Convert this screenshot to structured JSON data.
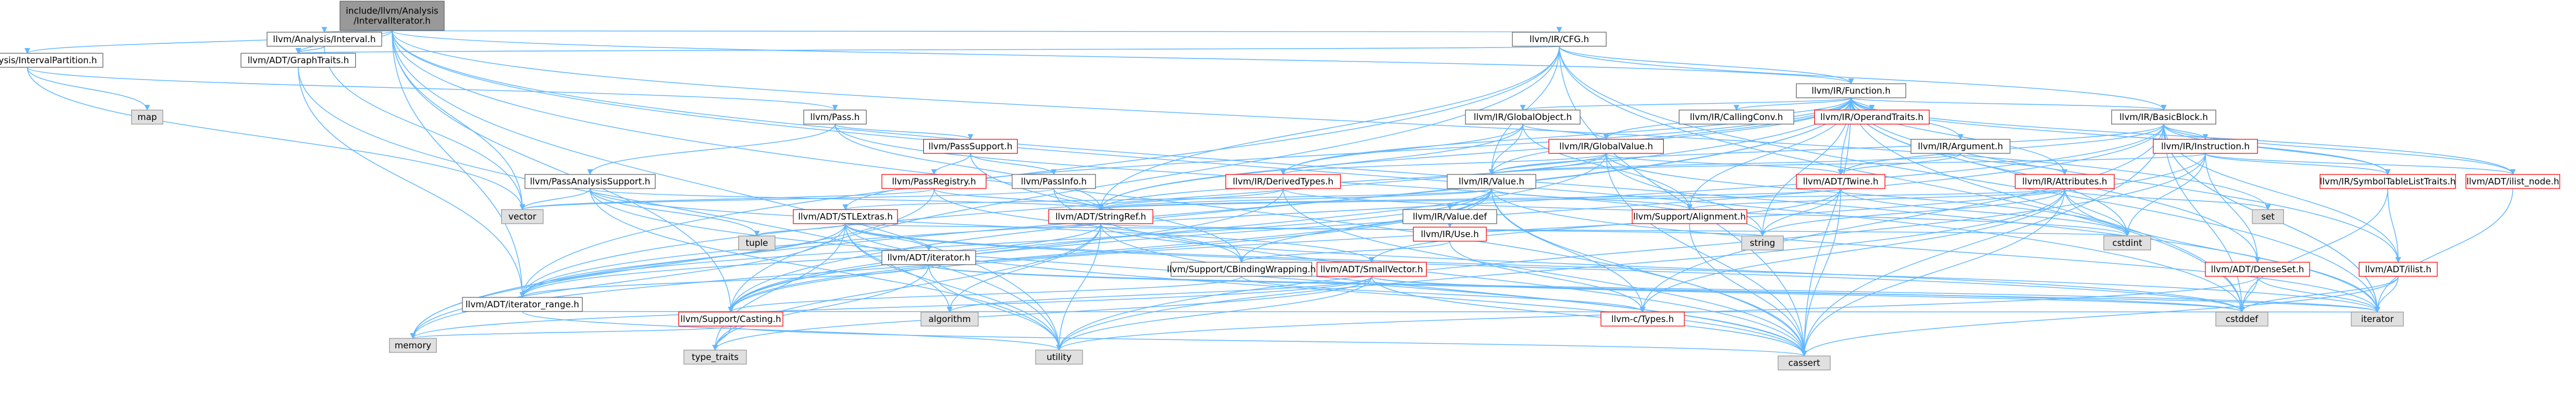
{
  "colors": {
    "root_fill": "#999999",
    "root_stroke": "#666666",
    "linked_fill": "#ffffff",
    "linked_stroke": "#666666",
    "red_stroke": "#ff0000",
    "external_fill": "#e0e0e0",
    "external_stroke": "#999999",
    "edge": "#63b8ff"
  },
  "nodes": [
    {
      "id": "root",
      "label": "include/llvm/Analysis\n/IntervalIterator.h",
      "kind": "root"
    },
    {
      "id": "interval",
      "label": "llvm/Analysis/Interval.h",
      "kind": "linked"
    },
    {
      "id": "intervalpartition",
      "label": "llvm/Analysis/IntervalPartition.h",
      "kind": "linked"
    },
    {
      "id": "graphtraits",
      "label": "llvm/ADT/GraphTraits.h",
      "kind": "linked"
    },
    {
      "id": "cfg",
      "label": "llvm/IR/CFG.h",
      "kind": "linked"
    },
    {
      "id": "function",
      "label": "llvm/IR/Function.h",
      "kind": "linked"
    },
    {
      "id": "map",
      "label": "map",
      "kind": "external"
    },
    {
      "id": "pass",
      "label": "llvm/Pass.h",
      "kind": "linked"
    },
    {
      "id": "passsupport",
      "label": "llvm/PassSupport.h",
      "kind": "red"
    },
    {
      "id": "passanalysissupport",
      "label": "llvm/PassAnalysisSupport.h",
      "kind": "linked"
    },
    {
      "id": "passregistry",
      "label": "llvm/PassRegistry.h",
      "kind": "red"
    },
    {
      "id": "passinfo",
      "label": "llvm/PassInfo.h",
      "kind": "linked"
    },
    {
      "id": "globalobject",
      "label": "llvm/IR/GlobalObject.h",
      "kind": "linked"
    },
    {
      "id": "callingconv",
      "label": "llvm/IR/CallingConv.h",
      "kind": "linked"
    },
    {
      "id": "operandtraits",
      "label": "llvm/IR/OperandTraits.h",
      "kind": "red"
    },
    {
      "id": "basicblock",
      "label": "llvm/IR/BasicBlock.h",
      "kind": "linked"
    },
    {
      "id": "globalvalue",
      "label": "llvm/IR/GlobalValue.h",
      "kind": "red"
    },
    {
      "id": "argument",
      "label": "llvm/IR/Argument.h",
      "kind": "linked"
    },
    {
      "id": "instruction",
      "label": "llvm/IR/Instruction.h",
      "kind": "red"
    },
    {
      "id": "derivedtypes",
      "label": "llvm/IR/DerivedTypes.h",
      "kind": "red"
    },
    {
      "id": "value",
      "label": "llvm/IR/Value.h",
      "kind": "linked"
    },
    {
      "id": "twine",
      "label": "llvm/ADT/Twine.h",
      "kind": "red"
    },
    {
      "id": "attributes",
      "label": "llvm/IR/Attributes.h",
      "kind": "red"
    },
    {
      "id": "symboltablelisttraits",
      "label": "llvm/IR/SymbolTableListTraits.h",
      "kind": "red"
    },
    {
      "id": "ilistnode",
      "label": "llvm/ADT/ilist_node.h",
      "kind": "red"
    },
    {
      "id": "vector",
      "label": "vector",
      "kind": "external"
    },
    {
      "id": "stlextras",
      "label": "llvm/ADT/STLExtras.h",
      "kind": "red"
    },
    {
      "id": "stringref",
      "label": "llvm/ADT/StringRef.h",
      "kind": "red"
    },
    {
      "id": "valuedef",
      "label": "llvm/IR/Value.def",
      "kind": "linked"
    },
    {
      "id": "use",
      "label": "llvm/IR/Use.h",
      "kind": "red"
    },
    {
      "id": "alignment",
      "label": "llvm/Support/Alignment.h",
      "kind": "red"
    },
    {
      "id": "set",
      "label": "set",
      "kind": "external"
    },
    {
      "id": "cstdint",
      "label": "cstdint",
      "kind": "external"
    },
    {
      "id": "tuple",
      "label": "tuple",
      "kind": "external"
    },
    {
      "id": "adtiterator",
      "label": "llvm/ADT/iterator.h",
      "kind": "linked"
    },
    {
      "id": "cbindingwrapping",
      "label": "llvm/Support/CBindingWrapping.h",
      "kind": "linked"
    },
    {
      "id": "smallvector",
      "label": "llvm/ADT/SmallVector.h",
      "kind": "red"
    },
    {
      "id": "densemap",
      "label": "llvm/ADT/DenseSet.h",
      "kind": "red"
    },
    {
      "id": "ilist",
      "label": "llvm/ADT/ilist.h",
      "kind": "red"
    },
    {
      "id": "string",
      "label": "string",
      "kind": "external"
    },
    {
      "id": "iteratorrange",
      "label": "llvm/ADT/iterator_range.h",
      "kind": "linked"
    },
    {
      "id": "casting",
      "label": "llvm/Support/Casting.h",
      "kind": "red"
    },
    {
      "id": "algorithm",
      "label": "algorithm",
      "kind": "external"
    },
    {
      "id": "ctypes",
      "label": "llvm-c/Types.h",
      "kind": "red"
    },
    {
      "id": "cstddef",
      "label": "cstddef",
      "kind": "external"
    },
    {
      "id": "iterator",
      "label": "iterator",
      "kind": "external"
    },
    {
      "id": "memory",
      "label": "memory",
      "kind": "external"
    },
    {
      "id": "typetraits",
      "label": "type_traits",
      "kind": "external"
    },
    {
      "id": "utility",
      "label": "utility",
      "kind": "external"
    },
    {
      "id": "cassert",
      "label": "cassert",
      "kind": "external"
    }
  ],
  "edges": [
    [
      "root",
      "interval"
    ],
    [
      "root",
      "intervalpartition"
    ],
    [
      "root",
      "graphtraits"
    ],
    [
      "root",
      "cfg"
    ],
    [
      "root",
      "function"
    ],
    [
      "root",
      "vector"
    ],
    [
      "root",
      "cassert"
    ],
    [
      "root",
      "utility"
    ],
    [
      "root",
      "iteratorrange"
    ],
    [
      "root",
      "casting"
    ],
    [
      "root",
      "set"
    ],
    [
      "root",
      "iterator"
    ],
    [
      "root",
      "cstddef"
    ],
    [
      "interval",
      "graphtraits"
    ],
    [
      "interval",
      "vector"
    ],
    [
      "intervalpartition",
      "pass"
    ],
    [
      "intervalpartition",
      "map"
    ],
    [
      "intervalpartition",
      "vector"
    ],
    [
      "graphtraits",
      "iteratorrange"
    ],
    [
      "graphtraits",
      "utility"
    ],
    [
      "cfg",
      "graphtraits"
    ],
    [
      "cfg",
      "iteratorrange"
    ],
    [
      "cfg",
      "function"
    ],
    [
      "cfg",
      "basicblock"
    ],
    [
      "cfg",
      "value"
    ],
    [
      "cfg",
      "casting"
    ],
    [
      "cfg",
      "cassert"
    ],
    [
      "cfg",
      "cstddef"
    ],
    [
      "cfg",
      "iterator"
    ],
    [
      "cfg",
      "stringref"
    ],
    [
      "function",
      "globalobject"
    ],
    [
      "function",
      "callingconv"
    ],
    [
      "function",
      "operandtraits"
    ],
    [
      "function",
      "basicblock"
    ],
    [
      "function",
      "argument"
    ],
    [
      "function",
      "derivedtypes"
    ],
    [
      "function",
      "globalvalue"
    ],
    [
      "function",
      "value"
    ],
    [
      "function",
      "twine"
    ],
    [
      "function",
      "attributes"
    ],
    [
      "function",
      "symboltablelisttraits"
    ],
    [
      "function",
      "ilistnode"
    ],
    [
      "function",
      "ilist"
    ],
    [
      "function",
      "stringref"
    ],
    [
      "function",
      "iteratorrange"
    ],
    [
      "function",
      "alignment"
    ],
    [
      "function",
      "casting"
    ],
    [
      "function",
      "cassert"
    ],
    [
      "function",
      "cstddef"
    ],
    [
      "function",
      "cstdint"
    ],
    [
      "function",
      "memory"
    ],
    [
      "function",
      "string"
    ],
    [
      "function",
      "densemap"
    ],
    [
      "function",
      "stlextras"
    ],
    [
      "pass",
      "passsupport"
    ],
    [
      "pass",
      "passanalysissupport"
    ],
    [
      "pass",
      "stringref"
    ],
    [
      "pass",
      "string"
    ],
    [
      "passsupport",
      "passregistry"
    ],
    [
      "passsupport",
      "passinfo"
    ],
    [
      "passsupport",
      "cbindingwrapping"
    ],
    [
      "passanalysissupport",
      "stringref"
    ],
    [
      "passanalysissupport",
      "smallvector"
    ],
    [
      "passanalysissupport",
      "cassert"
    ],
    [
      "passanalysissupport",
      "tuple"
    ],
    [
      "passanalysissupport",
      "vector"
    ],
    [
      "passanalysissupport",
      "utility"
    ],
    [
      "passregistry",
      "stringref"
    ],
    [
      "passregistry",
      "cbindingwrapping"
    ],
    [
      "passregistry",
      "vector"
    ],
    [
      "passregistry",
      "memory"
    ],
    [
      "passinfo",
      "stringref"
    ],
    [
      "passinfo",
      "cassert"
    ],
    [
      "passinfo",
      "vector"
    ],
    [
      "globalobject",
      "globalvalue"
    ],
    [
      "globalobject",
      "value"
    ],
    [
      "globalobject",
      "stringref"
    ],
    [
      "globalobject",
      "alignment"
    ],
    [
      "globalobject",
      "derivedtypes"
    ],
    [
      "basicblock",
      "twine"
    ],
    [
      "basicblock",
      "ilist"
    ],
    [
      "basicblock",
      "ilistnode"
    ],
    [
      "basicblock",
      "iterator"
    ],
    [
      "basicblock",
      "iteratorrange"
    ],
    [
      "basicblock",
      "instruction"
    ],
    [
      "basicblock",
      "symboltablelisttraits"
    ],
    [
      "basicblock",
      "value"
    ],
    [
      "basicblock",
      "ctypes"
    ],
    [
      "basicblock",
      "casting"
    ],
    [
      "basicblock",
      "cassert"
    ],
    [
      "basicblock",
      "cstddef"
    ],
    [
      "basicblock",
      "iterator"
    ],
    [
      "globalvalue",
      "derivedtypes"
    ],
    [
      "globalvalue",
      "value"
    ],
    [
      "globalvalue",
      "twine"
    ],
    [
      "globalvalue",
      "stringref"
    ],
    [
      "globalvalue",
      "casting"
    ],
    [
      "globalvalue",
      "cassert"
    ],
    [
      "globalvalue",
      "cstdint"
    ],
    [
      "globalvalue",
      "string"
    ],
    [
      "argument",
      "twine"
    ],
    [
      "argument",
      "value"
    ],
    [
      "argument",
      "attributes"
    ],
    [
      "instruction",
      "symboltablelisttraits"
    ],
    [
      "instruction",
      "ilistnode"
    ],
    [
      "instruction",
      "value"
    ],
    [
      "instruction",
      "cstdint"
    ],
    [
      "instruction",
      "utility"
    ],
    [
      "instruction",
      "casting"
    ],
    [
      "instruction",
      "densemap"
    ],
    [
      "derivedtypes",
      "stringref"
    ],
    [
      "derivedtypes",
      "casting"
    ],
    [
      "derivedtypes",
      "cassert"
    ],
    [
      "derivedtypes",
      "cstdint"
    ],
    [
      "value",
      "stlextras"
    ],
    [
      "value",
      "stringref"
    ],
    [
      "value",
      "valuedef"
    ],
    [
      "value",
      "use"
    ],
    [
      "value",
      "alignment"
    ],
    [
      "value",
      "cbindingwrapping"
    ],
    [
      "value",
      "casting"
    ],
    [
      "value",
      "ctypes"
    ],
    [
      "value",
      "cassert"
    ],
    [
      "value",
      "iterator"
    ],
    [
      "value",
      "memory"
    ],
    [
      "value",
      "iteratorrange"
    ],
    [
      "twine",
      "smallvector"
    ],
    [
      "twine",
      "stringref"
    ],
    [
      "twine",
      "cassert"
    ],
    [
      "twine",
      "cstdint"
    ],
    [
      "twine",
      "string"
    ],
    [
      "attributes",
      "stringref"
    ],
    [
      "attributes",
      "alignment"
    ],
    [
      "attributes",
      "ctypes"
    ],
    [
      "attributes",
      "cassert"
    ],
    [
      "attributes",
      "cstdint"
    ],
    [
      "attributes",
      "string"
    ],
    [
      "attributes",
      "set"
    ],
    [
      "attributes",
      "utility"
    ],
    [
      "attributes",
      "iterator"
    ],
    [
      "symboltablelisttraits",
      "ilist"
    ],
    [
      "symboltablelisttraits",
      "cstddef"
    ],
    [
      "ilistnode",
      "iterator"
    ],
    [
      "stlextras",
      "adtiterator"
    ],
    [
      "stlextras",
      "iteratorrange"
    ],
    [
      "stlextras",
      "algorithm"
    ],
    [
      "stlextras",
      "cassert"
    ],
    [
      "stlextras",
      "cstddef"
    ],
    [
      "stlextras",
      "cstdint"
    ],
    [
      "stlextras",
      "iterator"
    ],
    [
      "stlextras",
      "memory"
    ],
    [
      "stlextras",
      "tuple"
    ],
    [
      "stlextras",
      "typetraits"
    ],
    [
      "stlextras",
      "utility"
    ],
    [
      "stringref",
      "algorithm"
    ],
    [
      "stringref",
      "cassert"
    ],
    [
      "stringref",
      "cstddef"
    ],
    [
      "stringref",
      "string"
    ],
    [
      "stringref",
      "typetraits"
    ],
    [
      "stringref",
      "utility"
    ],
    [
      "stringref",
      "iteratorrange"
    ],
    [
      "use",
      "cbindingwrapping"
    ],
    [
      "use",
      "ctypes"
    ],
    [
      "alignment",
      "cassert"
    ],
    [
      "adtiterator",
      "iteratorrange"
    ],
    [
      "adtiterator",
      "cstddef"
    ],
    [
      "adtiterator",
      "iterator"
    ],
    [
      "adtiterator",
      "typetraits"
    ],
    [
      "adtiterator",
      "utility"
    ],
    [
      "cbindingwrapping",
      "ctypes"
    ],
    [
      "cbindingwrapping",
      "casting"
    ],
    [
      "smallvector",
      "algorithm"
    ],
    [
      "smallvector",
      "cassert"
    ],
    [
      "smallvector",
      "cstddef"
    ],
    [
      "smallvector",
      "iterator"
    ],
    [
      "smallvector",
      "memory"
    ],
    [
      "smallvector",
      "typetraits"
    ],
    [
      "smallvector",
      "utility"
    ],
    [
      "densemap",
      "cstddef"
    ],
    [
      "densemap",
      "iterator"
    ],
    [
      "densemap",
      "utility"
    ],
    [
      "ilist",
      "cassert"
    ],
    [
      "ilist",
      "cstddef"
    ],
    [
      "ilist",
      "iterator"
    ],
    [
      "iteratorrange",
      "utility"
    ],
    [
      "iteratorrange",
      "iterator"
    ],
    [
      "casting",
      "cassert"
    ],
    [
      "casting",
      "memory"
    ],
    [
      "casting",
      "typetraits"
    ]
  ]
}
